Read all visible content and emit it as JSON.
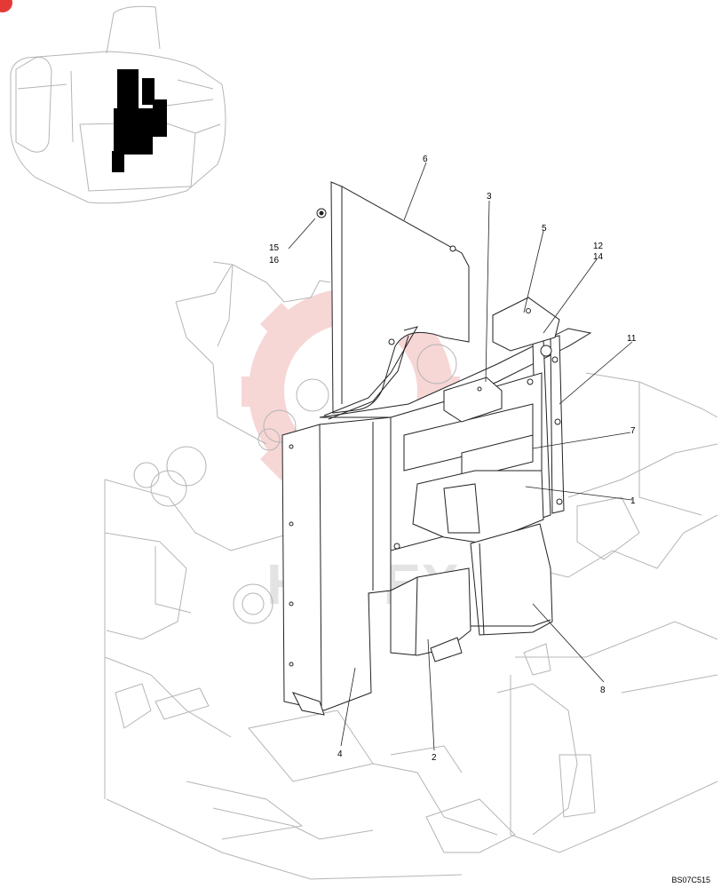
{
  "diagram": {
    "drawing_code": "BS07C515",
    "callouts": [
      {
        "id": "c6",
        "text": "6"
      },
      {
        "id": "c3",
        "text": "3"
      },
      {
        "id": "c15",
        "text": "15"
      },
      {
        "id": "c16",
        "text": "16"
      },
      {
        "id": "c5",
        "text": "5"
      },
      {
        "id": "c12",
        "text": "12"
      },
      {
        "id": "c14",
        "text": "14"
      },
      {
        "id": "c11",
        "text": "11"
      },
      {
        "id": "c7",
        "text": "7"
      },
      {
        "id": "c1",
        "text": "1"
      },
      {
        "id": "c8",
        "text": "8"
      },
      {
        "id": "c4",
        "text": "4"
      },
      {
        "id": "c2",
        "text": "2"
      }
    ],
    "watermark_text": "HHTEX",
    "colors": {
      "line": "#222222",
      "faint_line": "#b5b5b5",
      "locator_fill": "#000000",
      "watermark": "#f2b6b6",
      "accent": "#e53935"
    }
  }
}
